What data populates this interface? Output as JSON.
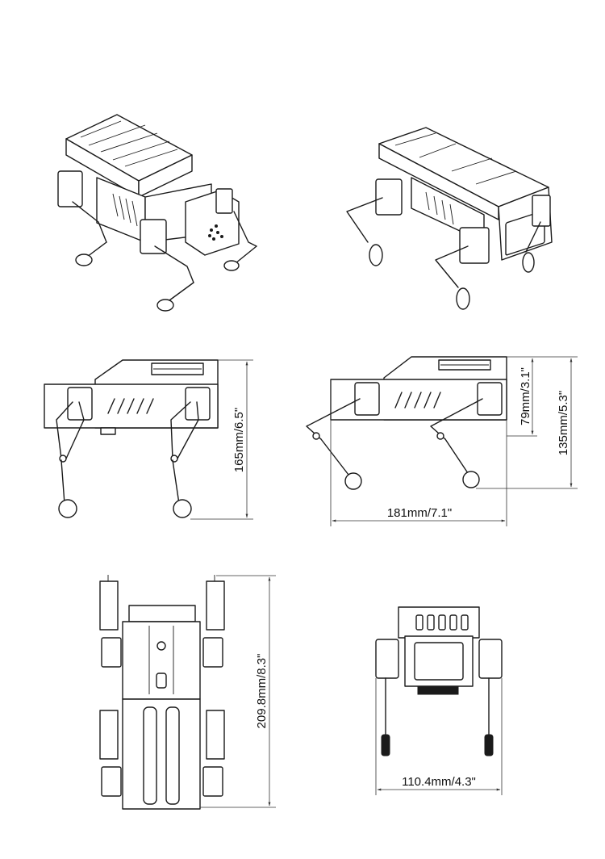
{
  "dimensions": {
    "height_standing": "165mm/6.5\"",
    "height_body_upper": "79mm/3.1\"",
    "height_crouched": "135mm/5.3\"",
    "length": "181mm/7.1\"",
    "length_top": "209.8mm/8.3\"",
    "width": "110.4mm/4.3\""
  },
  "icons": {
    "view_iso_front": "robot-dog-isometric-front-icon",
    "view_iso_rear": "robot-dog-isometric-rear-icon",
    "view_side_standing": "robot-dog-side-standing-icon",
    "view_side_crouched": "robot-dog-side-crouched-icon",
    "view_top": "robot-dog-top-view-icon",
    "view_front": "robot-dog-front-view-icon"
  }
}
